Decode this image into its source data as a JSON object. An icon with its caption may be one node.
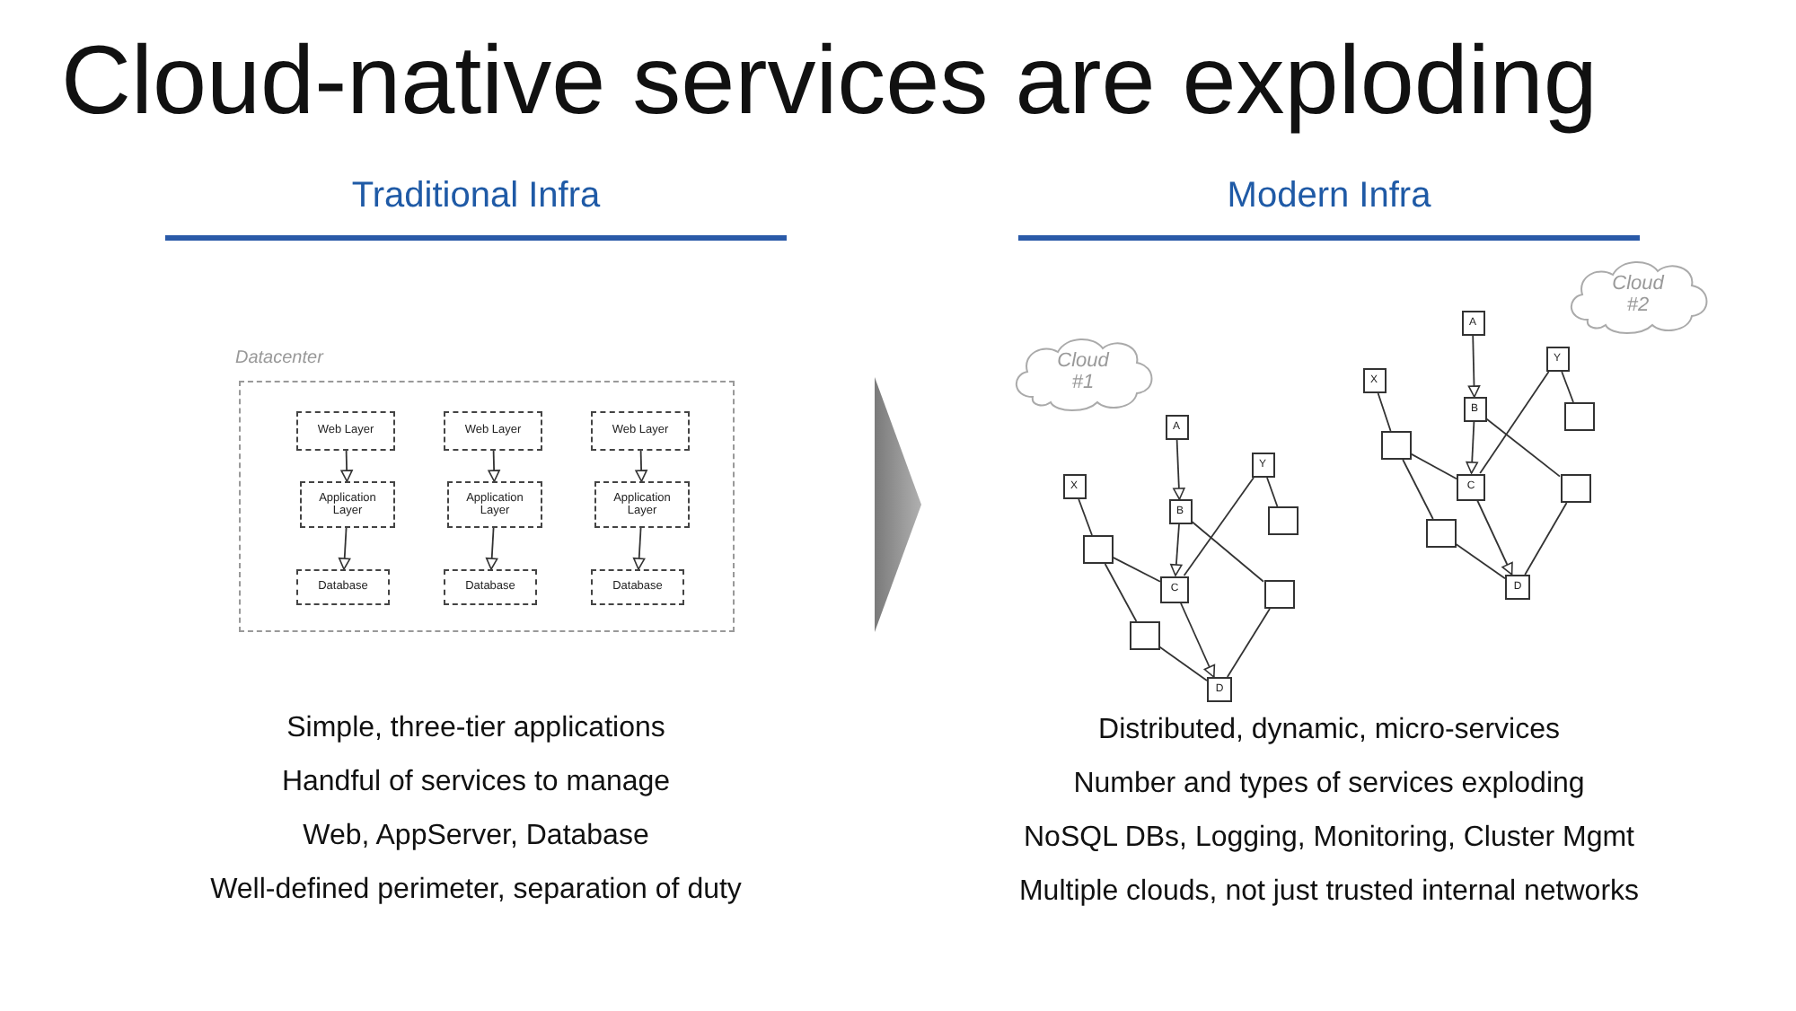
{
  "diagram": {
    "title": "Cloud-native services are exploding",
    "nodes": [
      {
        "text": [
          "Datacenter"
        ]
      },
      {
        "text": [
          "Web Layer"
        ],
        "in": 0
      },
      {
        "text": [
          "Application Layer"
        ],
        "in": 0
      },
      {
        "text": [
          "Database"
        ],
        "in": 0
      },
      {
        "text": [
          "Web Layer"
        ],
        "in": 0
      },
      {
        "text": [
          "Application Layer"
        ],
        "in": 0
      },
      {
        "text": [
          "Database"
        ],
        "in": 0
      },
      {
        "text": [
          "Web Layer"
        ],
        "in": 0
      },
      {
        "text": [
          "Application Layer"
        ],
        "in": 0
      },
      {
        "text": [
          "Database"
        ],
        "in": 0
      },
      {
        "text": [
          "Cloud #1"
        ]
      },
      {
        "text": [
          "A"
        ]
      },
      {
        "text": [
          "X"
        ]
      },
      {
        "text": [
          "Y"
        ]
      },
      {
        "text": [
          "B"
        ]
      },
      {
        "text": [],
        "shape": "box"
      },
      {
        "text": [],
        "shape": "box"
      },
      {
        "text": [
          "C"
        ]
      },
      {
        "text": [],
        "shape": "box"
      },
      {
        "text": [],
        "shape": "box"
      },
      {
        "text": [
          "D"
        ]
      },
      {
        "text": [
          "Cloud #2"
        ]
      },
      {
        "text": [
          "A"
        ]
      },
      {
        "text": [
          "Y"
        ]
      },
      {
        "text": [
          "X"
        ]
      },
      {
        "text": [
          "B"
        ]
      },
      {
        "text": [],
        "shape": "box"
      },
      {
        "text": [],
        "shape": "box"
      },
      {
        "text": [
          "C"
        ]
      },
      {
        "text": [],
        "shape": "box"
      },
      {
        "text": [],
        "shape": "box"
      },
      {
        "text": [
          "D"
        ]
      }
    ],
    "edges": [
      {
        "from": 1,
        "to": 2,
        "arrow": "to"
      },
      {
        "from": 2,
        "to": 3,
        "arrow": "to"
      },
      {
        "from": 4,
        "to": 5,
        "arrow": "to"
      },
      {
        "from": 5,
        "to": 6,
        "arrow": "to"
      },
      {
        "from": 7,
        "to": 8,
        "arrow": "to"
      },
      {
        "from": 8,
        "to": 9,
        "arrow": "to"
      },
      {
        "from": 11,
        "to": 14,
        "arrow": "to"
      },
      {
        "from": 14,
        "to": 17,
        "arrow": "to"
      },
      {
        "from": 12,
        "to": 16,
        "arrow": "none"
      },
      {
        "from": 16,
        "to": 17,
        "arrow": "none"
      },
      {
        "from": 16,
        "to": 19,
        "arrow": "none"
      },
      {
        "from": 19,
        "to": 20,
        "arrow": "none"
      },
      {
        "from": 13,
        "to": 17,
        "arrow": "none"
      },
      {
        "from": 13,
        "to": 15,
        "arrow": "none"
      },
      {
        "from": 14,
        "to": 18,
        "arrow": "none"
      },
      {
        "from": 17,
        "to": 20,
        "arrow": "to"
      },
      {
        "from": 18,
        "to": 20,
        "arrow": "none"
      },
      {
        "from": 22,
        "to": 25,
        "arrow": "to"
      },
      {
        "from": 25,
        "to": 28,
        "arrow": "to"
      },
      {
        "from": 24,
        "to": 27,
        "arrow": "none"
      },
      {
        "from": 27,
        "to": 28,
        "arrow": "none"
      },
      {
        "from": 27,
        "to": 30,
        "arrow": "none"
      },
      {
        "from": 30,
        "to": 31,
        "arrow": "none"
      },
      {
        "from": 23,
        "to": 28,
        "arrow": "none"
      },
      {
        "from": 23,
        "to": 26,
        "arrow": "none"
      },
      {
        "from": 25,
        "to": 29,
        "arrow": "none"
      },
      {
        "from": 28,
        "to": 31,
        "arrow": "to"
      },
      {
        "from": 29,
        "to": 31,
        "arrow": "none"
      }
    ],
    "labels": [
      "Traditional Infra",
      "Modern Infra",
      "Simple, three-tier applications",
      "Handful of services to manage",
      "Web, AppServer, Database",
      "Well-defined perimeter, separation of duty",
      "Distributed, dynamic, micro-services",
      "Number and types of services exploding",
      "NoSQL DBs, Logging, Monitoring, Cluster Mgmt",
      "Multiple clouds, not just trusted internal networks"
    ]
  }
}
